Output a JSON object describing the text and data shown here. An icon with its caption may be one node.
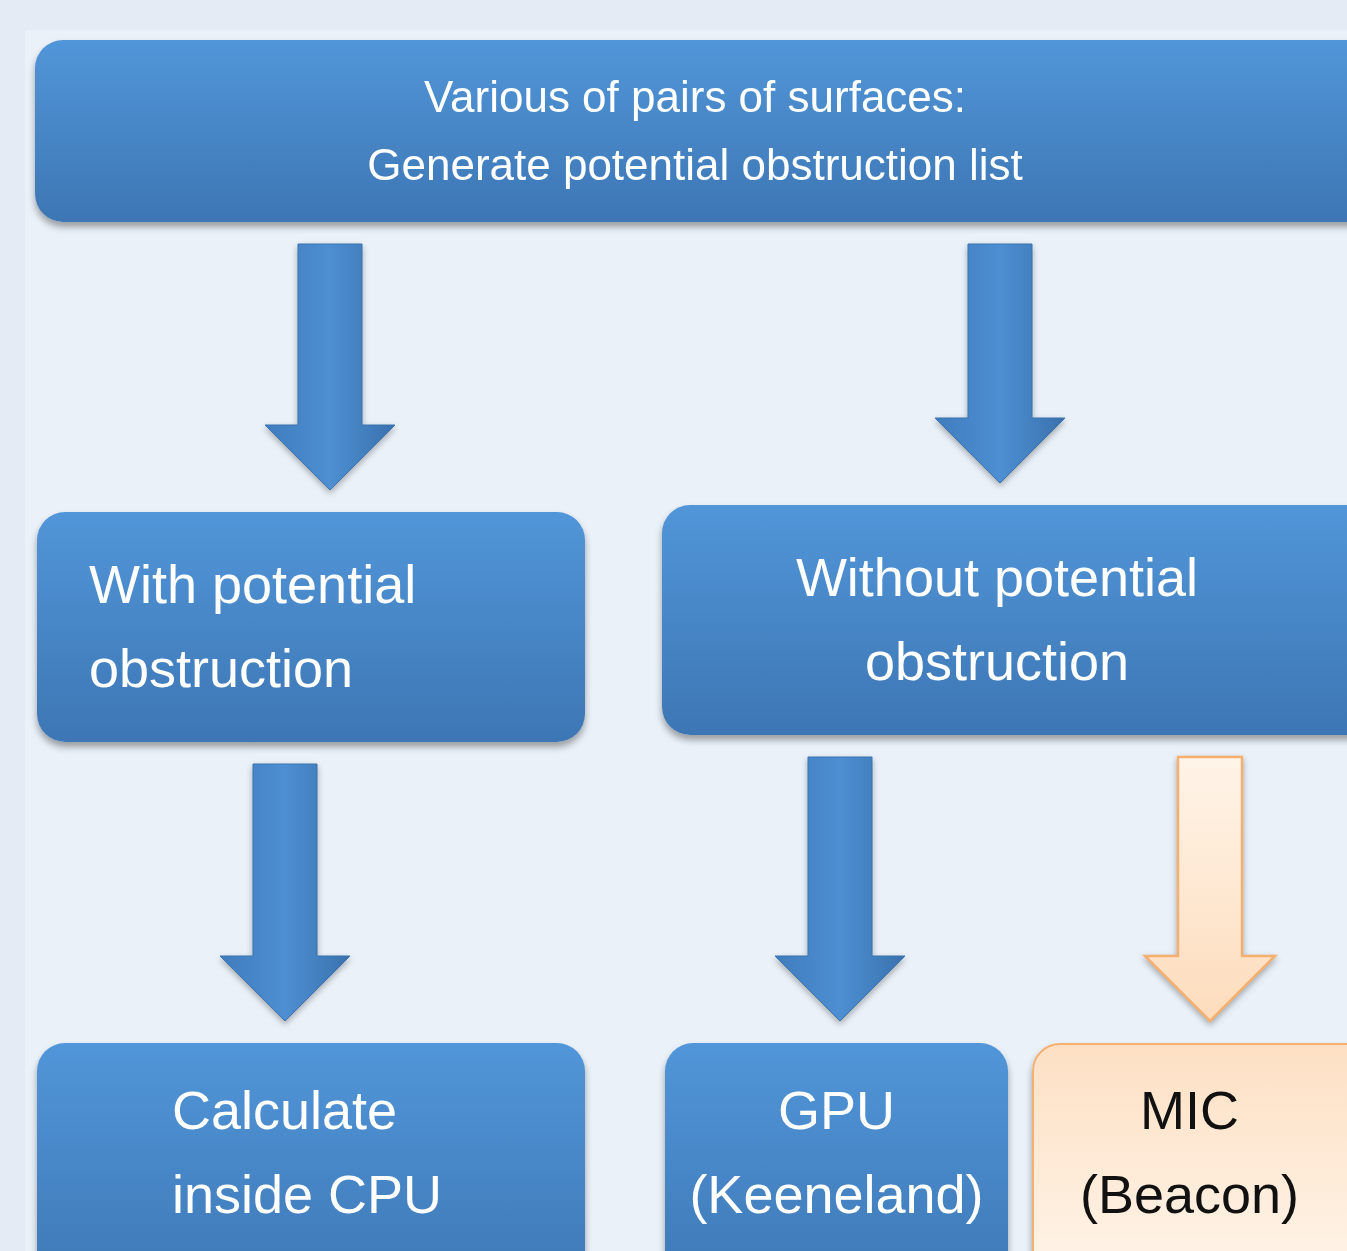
{
  "diagram": {
    "nodes": [
      {
        "text": [
          "Various of pairs of surfaces:",
          "Generate potential obstruction list"
        ]
      },
      {
        "text": [
          "With potential obstruction"
        ]
      },
      {
        "text": [
          "Without potential obstruction"
        ]
      },
      {
        "text": [
          "Calculate inside CPU"
        ]
      },
      {
        "text": [
          "GPU (Keeneland)"
        ]
      },
      {
        "text": [
          "MIC (Beacon)"
        ]
      }
    ],
    "edges": [
      {
        "from": 0,
        "to": 1,
        "arrow": "to"
      },
      {
        "from": 0,
        "to": 2,
        "arrow": "to"
      },
      {
        "from": 1,
        "to": 3,
        "arrow": "to"
      },
      {
        "from": 2,
        "to": 4,
        "arrow": "to"
      },
      {
        "from": 2,
        "to": 5,
        "arrow": "to",
        "color": "#f5b070"
      }
    ]
  }
}
